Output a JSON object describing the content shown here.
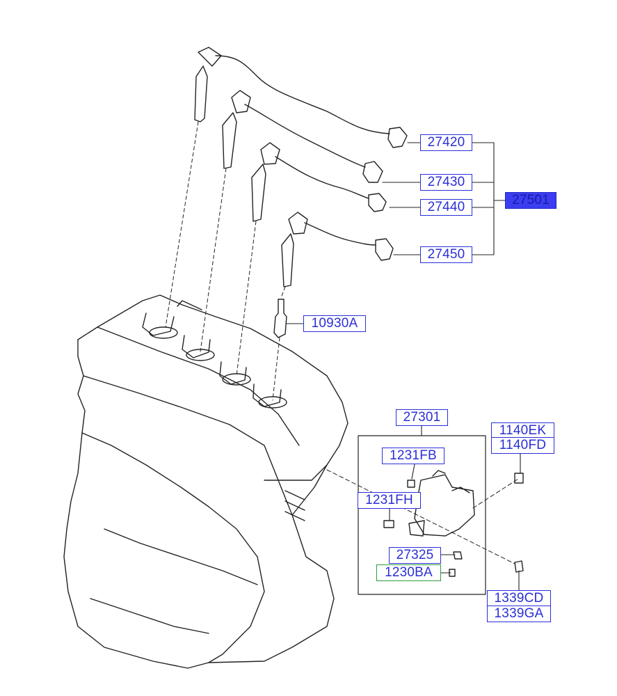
{
  "diagram": {
    "title": "Ignition coil & spark plug cables"
  },
  "callouts": {
    "c27420": "27420",
    "c27430": "27430",
    "c27440": "27440",
    "c27450": "27450",
    "c27501": "27501",
    "c10930A": "10930A",
    "c27301": "27301",
    "c1231FB": "1231FB",
    "c1231FH": "1231FH",
    "c27325": "27325",
    "c1230BA": "1230BA",
    "c1140EK": "1140EK",
    "c1140FD": "1140FD",
    "c1339CD": "1339CD",
    "c1339GA": "1339GA"
  },
  "colors": {
    "callout": "#2a2fd6",
    "callout_selected_bg": "#3b3df0",
    "callout_green": "#2e9a3a",
    "line": "#222222"
  }
}
